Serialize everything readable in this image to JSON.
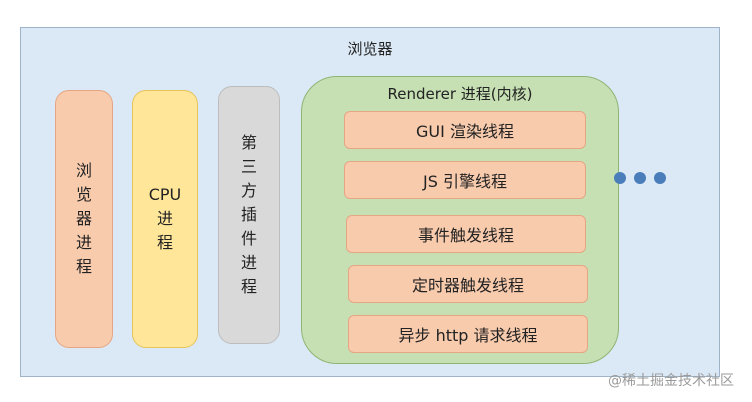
{
  "browser": {
    "title": "浏览器"
  },
  "processes": [
    {
      "chars": [
        "浏",
        "览",
        "器",
        "进",
        "程"
      ]
    },
    {
      "chars": [
        "CPU",
        "进",
        "程"
      ]
    },
    {
      "chars": [
        "第",
        "三",
        "方",
        "插",
        "件",
        "进",
        "程"
      ]
    }
  ],
  "renderer": {
    "title": "Renderer 进程(内核)",
    "threads": [
      "GUI 渲染线程",
      "JS 引擎线程",
      "事件触发线程",
      "定时器触发线程",
      "异步 http 请求线程"
    ]
  },
  "watermark": "@稀土掘金技术社区",
  "colors": {
    "browser_bg": "#dbe8f5",
    "process_orange": "#f8cbad",
    "process_yellow": "#ffe699",
    "process_gray": "#d9d9d9",
    "renderer_green": "#c6e0b4",
    "dots_blue": "#4a7ebb"
  }
}
